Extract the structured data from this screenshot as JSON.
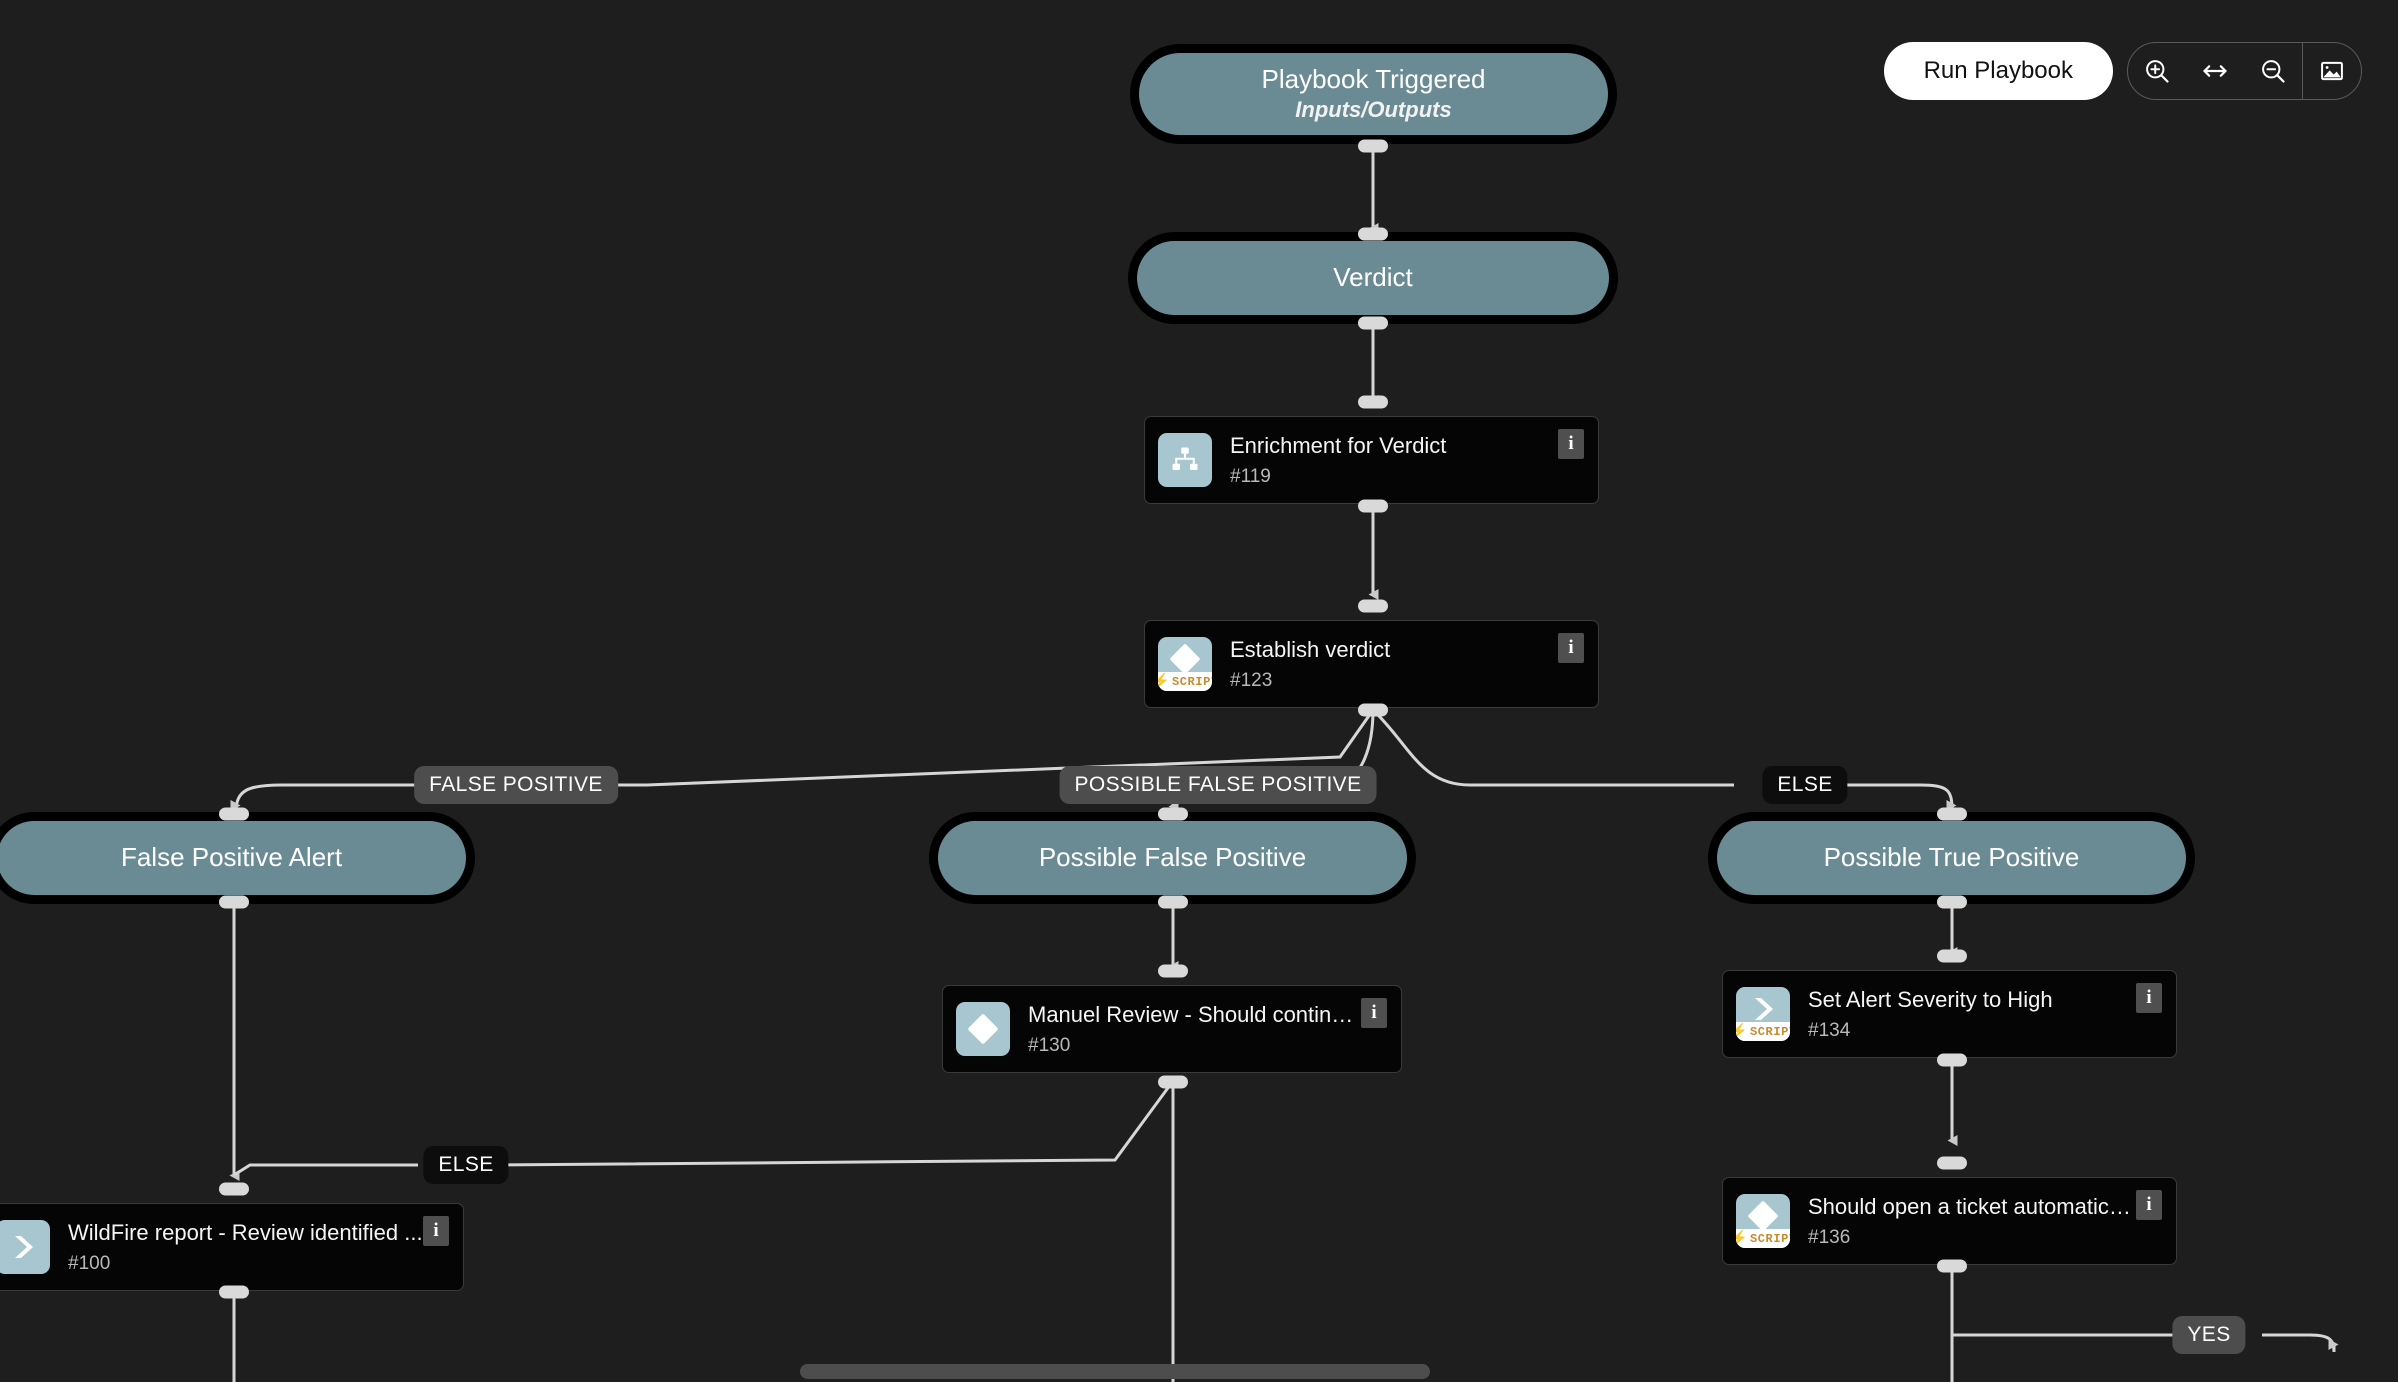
{
  "toolbar": {
    "run_playbook_label": "Run Playbook",
    "zoom_in_icon": "zoom-in-icon",
    "fit_width_icon": "fit-width-icon",
    "zoom_out_icon": "zoom-out-icon",
    "export_image_icon": "export-image-icon"
  },
  "canvas": {
    "background_color": "#1e1e1e",
    "node_accent_color": "#6b8b94",
    "icon_tile_color": "#a8c6d0",
    "edge_color": "#d6d6d6",
    "script_badge_color": "#c98a2e"
  },
  "nodes": {
    "playbook_triggered": {
      "title": "Playbook Triggered",
      "subtitle": "Inputs/Outputs",
      "type": "start"
    },
    "verdict": {
      "title": "Verdict",
      "type": "section"
    },
    "enrichment_for_verdict": {
      "title": "Enrichment for Verdict",
      "id": "#119",
      "icon": "sub-playbook-icon",
      "info": "i",
      "script": false
    },
    "establish_verdict": {
      "title": "Establish verdict",
      "id": "#123",
      "icon": "conditional-diamond-icon",
      "info": "i",
      "script": true,
      "script_label": "SCRIPT"
    },
    "false_positive_alert": {
      "title": "False Positive Alert",
      "type": "section"
    },
    "possible_false_positive": {
      "title": "Possible False Positive",
      "type": "section"
    },
    "possible_true_positive": {
      "title": "Possible True Positive",
      "type": "section"
    },
    "manuel_review": {
      "title": "Manuel Review - Should continue t...",
      "id": "#130",
      "icon": "conditional-diamond-icon",
      "info": "i",
      "script": false
    },
    "set_alert_severity": {
      "title": "Set Alert Severity to High",
      "id": "#134",
      "icon": "task-chevron-icon",
      "info": "i",
      "script": true,
      "script_label": "SCRIPT"
    },
    "should_open_ticket": {
      "title": "Should open a ticket automatically ...",
      "id": "#136",
      "icon": "conditional-diamond-icon",
      "info": "i",
      "script": true,
      "script_label": "SCRIPT"
    },
    "wildfire_report": {
      "title": "WildFire report - Review identified ...",
      "id": "#100",
      "icon": "task-chevron-icon",
      "info": "i",
      "script": false
    }
  },
  "edge_labels": {
    "false_positive": "FALSE POSITIVE",
    "possible_false_positive": "POSSIBLE FALSE POSITIVE",
    "else_top": "ELSE",
    "else_bottom": "ELSE",
    "yes": "YES"
  }
}
